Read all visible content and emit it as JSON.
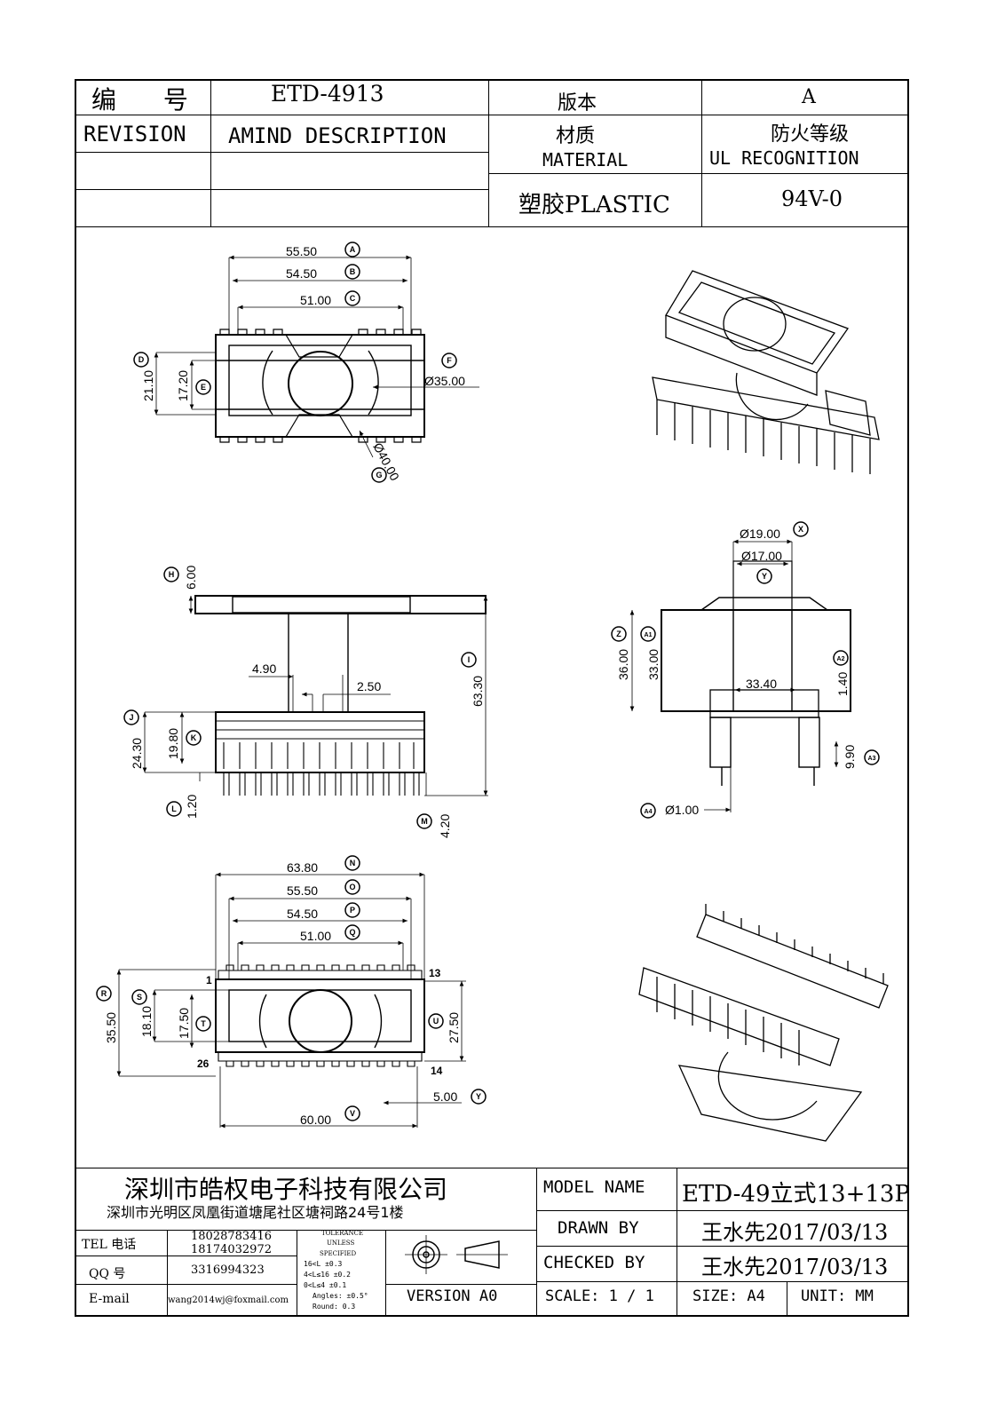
{
  "header": {
    "number_label": "编 号",
    "number_value": "ETD-4913",
    "version_label": "版本",
    "version_value": "A",
    "revision_label": "REVISION",
    "amend_label": "AMIND DESCRIPTION",
    "material_label_cn": "材质",
    "material_label_en": "MATERIAL",
    "ul_label_cn": "防火等级",
    "ul_label_en": "UL RECOGNITION",
    "material_value": "塑胶PLASTIC",
    "ul_value": "94V-0"
  },
  "dimensions": {
    "top_view": [
      {
        "value": "55.50",
        "tag": "A"
      },
      {
        "value": "54.50",
        "tag": "B"
      },
      {
        "value": "51.00",
        "tag": "C"
      },
      {
        "value": "21.10",
        "tag": "D"
      },
      {
        "value": "17.20",
        "tag": "E"
      },
      {
        "value": "Ø35.00",
        "tag": "F"
      },
      {
        "value": "Ø40.00",
        "tag": "G"
      }
    ],
    "side_view": [
      {
        "value": "6.00",
        "tag": "H"
      },
      {
        "value": "63.30",
        "tag": "I"
      },
      {
        "value": "4.90",
        "tag": ""
      },
      {
        "value": "2.50",
        "tag": ""
      },
      {
        "value": "24.30",
        "tag": "J"
      },
      {
        "value": "19.80",
        "tag": "K"
      },
      {
        "value": "1.20",
        "tag": "L"
      },
      {
        "value": "4.20",
        "tag": "M"
      }
    ],
    "end_view": [
      {
        "value": "Ø19.00",
        "tag": "X"
      },
      {
        "value": "Ø17.00",
        "tag": "Y"
      },
      {
        "value": "36.00",
        "tag": "Z"
      },
      {
        "value": "33.00",
        "tag": "A1"
      },
      {
        "value": "33.40",
        "tag": ""
      },
      {
        "value": "1.40",
        "tag": "A2"
      },
      {
        "value": "9.90",
        "tag": "A3"
      },
      {
        "value": "Ø1.00",
        "tag": "A4"
      }
    ],
    "bottom_view": [
      {
        "value": "63.80",
        "tag": "N"
      },
      {
        "value": "55.50",
        "tag": "O"
      },
      {
        "value": "54.50",
        "tag": "P"
      },
      {
        "value": "51.00",
        "tag": "Q"
      },
      {
        "value": "35.50",
        "tag": "R"
      },
      {
        "value": "18.10",
        "tag": "S"
      },
      {
        "value": "17.50",
        "tag": "T"
      },
      {
        "value": "27.50",
        "tag": "U"
      },
      {
        "value": "60.00",
        "tag": "V"
      },
      {
        "value": "5.00",
        "tag": "Y"
      }
    ],
    "pin_labels": [
      "1",
      "13",
      "26",
      "14"
    ]
  },
  "title_block": {
    "company": "深圳市皓权电子科技有限公司",
    "address": "深圳市光明区凤凰街道塘尾社区塘祠路24号1楼",
    "tel_label": "TEL 电话",
    "tel_1": "18028783416",
    "tel_2": "18174032972",
    "qq_label": "QQ  号",
    "qq_value": "3316994323",
    "email_label": "E-mail",
    "email_value": "wang2014wj@foxmail.com",
    "tolerance_title_1": "TOLERANCE",
    "tolerance_title_2": "UNLESS",
    "tolerance_title_3": "SPECIFIED",
    "tolerance_rows": [
      "16<L      ±0.3",
      "4<L≤16    ±0.2",
      "0<L≤4     ±0.1",
      "Angles: ±0.5°",
      "Round: 0.3"
    ],
    "version": "VERSION A0",
    "model_name_label": "MODEL NAME",
    "model_name_value": "ETD-49立式13+13P",
    "drawn_by_label": "DRAWN BY",
    "drawn_by_value": "王水先2017/03/13",
    "checked_by_label": "CHECKED BY",
    "checked_by_value": "王水先2017/03/13",
    "scale": "SCALE: 1 / 1",
    "size": "SIZE: A4",
    "unit": "UNIT: MM"
  }
}
